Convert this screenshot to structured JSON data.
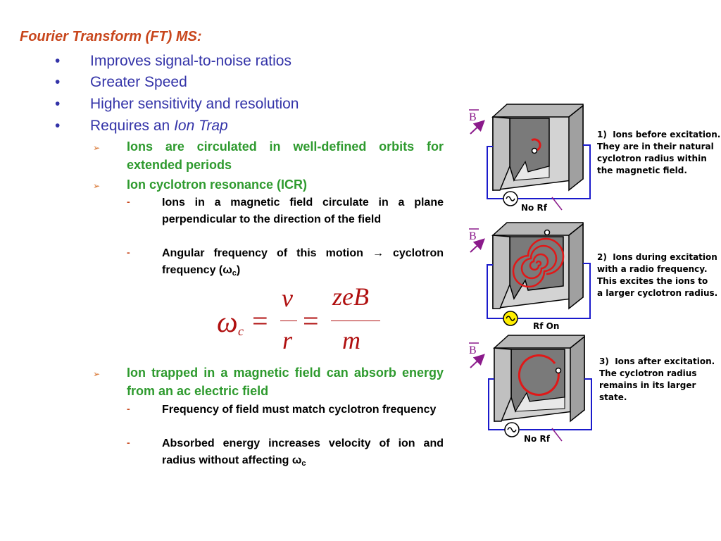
{
  "title": "Fourier Transform (FT) MS:",
  "bullets": [
    "Improves signal-to-noise ratios",
    "Greater Speed",
    "Higher sensitivity and resolution",
    "Requires an "
  ],
  "bullet_italic": "Ion Trap",
  "bullet_char": "•",
  "sub1": "Ions are circulated in well-defined orbits for extended periods",
  "sub2": "Ion cyclotron resonance (ICR)",
  "sub2_a": "Ions in a magnetic field circulate in a plane perpendicular to the direction of the field",
  "sub2_b": "Angular frequency of this motion → cyclotron frequency (",
  "omega": "ω",
  "omega_sub": "c",
  "close_paren": ")",
  "sub3": "Ion trapped in a magnetic field can absorb energy from an ac electric field",
  "sub3_a": "Frequency of field must match cyclotron frequency",
  "sub3_b": "Absorbed energy increases velocity of ion and radius without affecting ",
  "equation": {
    "omega": "ω",
    "omega_sub": "c",
    "eq": "=",
    "num1": "v",
    "den1": "r",
    "num2": "zeB",
    "den2": "m"
  },
  "b_label": "B",
  "panels": [
    {
      "caption": "1)  Ions before excitation.\nThey are in their natural\ncyclotron radius within\nthe magnetic field.",
      "rf": "No Rf",
      "rf_color": "#ffffff"
    },
    {
      "caption": "2)  Ions during excitation\nwith a radio frequency.\nThis excites the ions to\na larger cyclotron radius.",
      "rf": "Rf On",
      "rf_color": "#ffee00"
    },
    {
      "caption": "3)  Ions after excitation.\nThe cyclotron radius\nremains in its larger\nstate.",
      "rf": "No Rf",
      "rf_color": "#ffffff"
    }
  ],
  "colors": {
    "title": "#c8461c",
    "level1": "#3333a8",
    "level2": "#2e9a2e",
    "ion_path": "#e01818",
    "wire": "#1a1acc",
    "arrow": "#8b1a8b"
  }
}
